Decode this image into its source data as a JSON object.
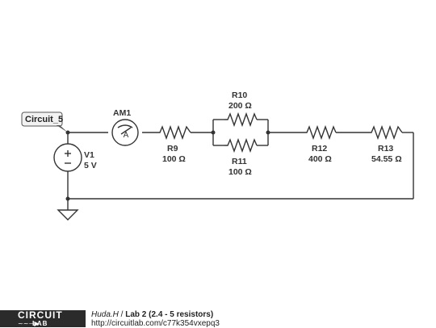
{
  "schematic": {
    "net_label": "Circuit_5",
    "source": {
      "name": "V1",
      "value": "5 V"
    },
    "ammeter": {
      "name": "AM1",
      "symbol": "A"
    },
    "resistors": [
      {
        "name": "R9",
        "value": "100 Ω"
      },
      {
        "name": "R10",
        "value": "200 Ω"
      },
      {
        "name": "R11",
        "value": "100 Ω"
      },
      {
        "name": "R12",
        "value": "400 Ω"
      },
      {
        "name": "R13",
        "value": "54.55 Ω"
      }
    ]
  },
  "footer": {
    "logo_top": "CIRCUIT",
    "logo_symbol": "~~⊣▶",
    "logo_bottom": "LAB",
    "author": "Huda.H",
    "separator": " / ",
    "title": "Lab 2 (2.4 - 5 resistors)",
    "url": "http://circuitlab.com/c77k354vxepq3"
  },
  "colors": {
    "wire": "#333333",
    "logo_bg": "#2b2b2b",
    "flag_bg": "#f2f2f2"
  },
  "icons": [
    "dc-voltage-source-icon",
    "ammeter-icon",
    "resistor-icon",
    "ground-icon",
    "net-flag-icon"
  ]
}
